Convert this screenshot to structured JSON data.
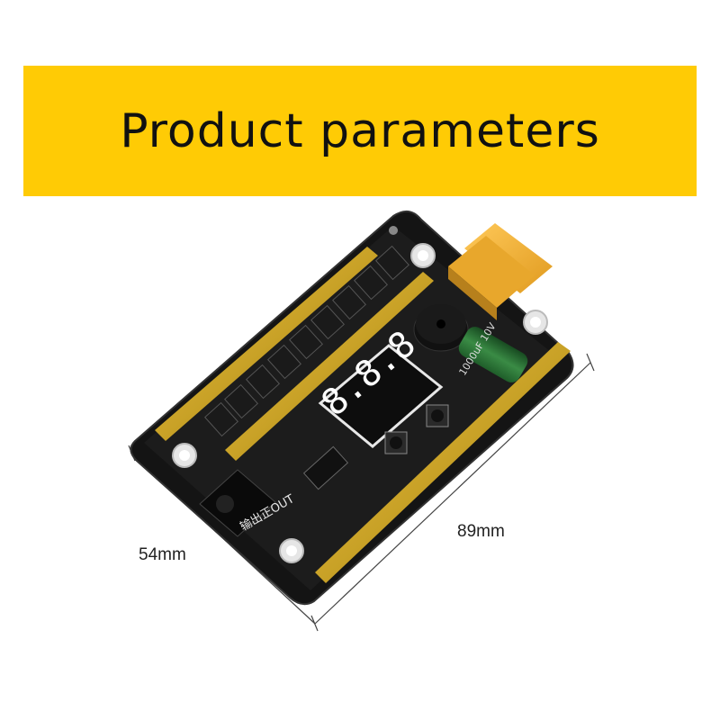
{
  "banner": {
    "title": "Product parameters",
    "background_color": "#FFCB05"
  },
  "product": {
    "display_digits": "8.8.8",
    "capacitor_label": "1000uF 10V",
    "output_label": "输出正OUT",
    "connector_color": "#F4B335",
    "pcb_color": "#121212",
    "rail_color": "#C9A227"
  },
  "dimensions": {
    "width": "54mm",
    "length": "89mm"
  }
}
